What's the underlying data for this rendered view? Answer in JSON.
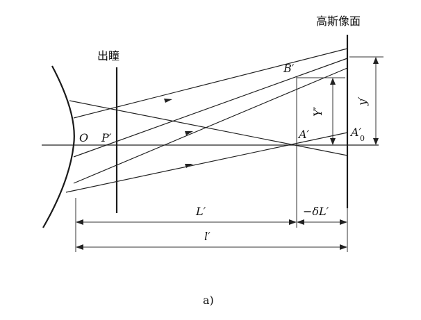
{
  "labels": {
    "exit_pupil": "出瞳",
    "gaussian_image_plane": "高斯像面",
    "O": "O",
    "P_prime": "P′",
    "A_prime": "A′",
    "B_prime": "B′",
    "A0_prime_main": "A′",
    "A0_prime_sub": "0",
    "Y_prime": "Y′",
    "y_prime": "y′",
    "L_prime": "L′",
    "delta_L_prime": "−δL′",
    "l_prime": "l′",
    "caption": "a)"
  }
}
